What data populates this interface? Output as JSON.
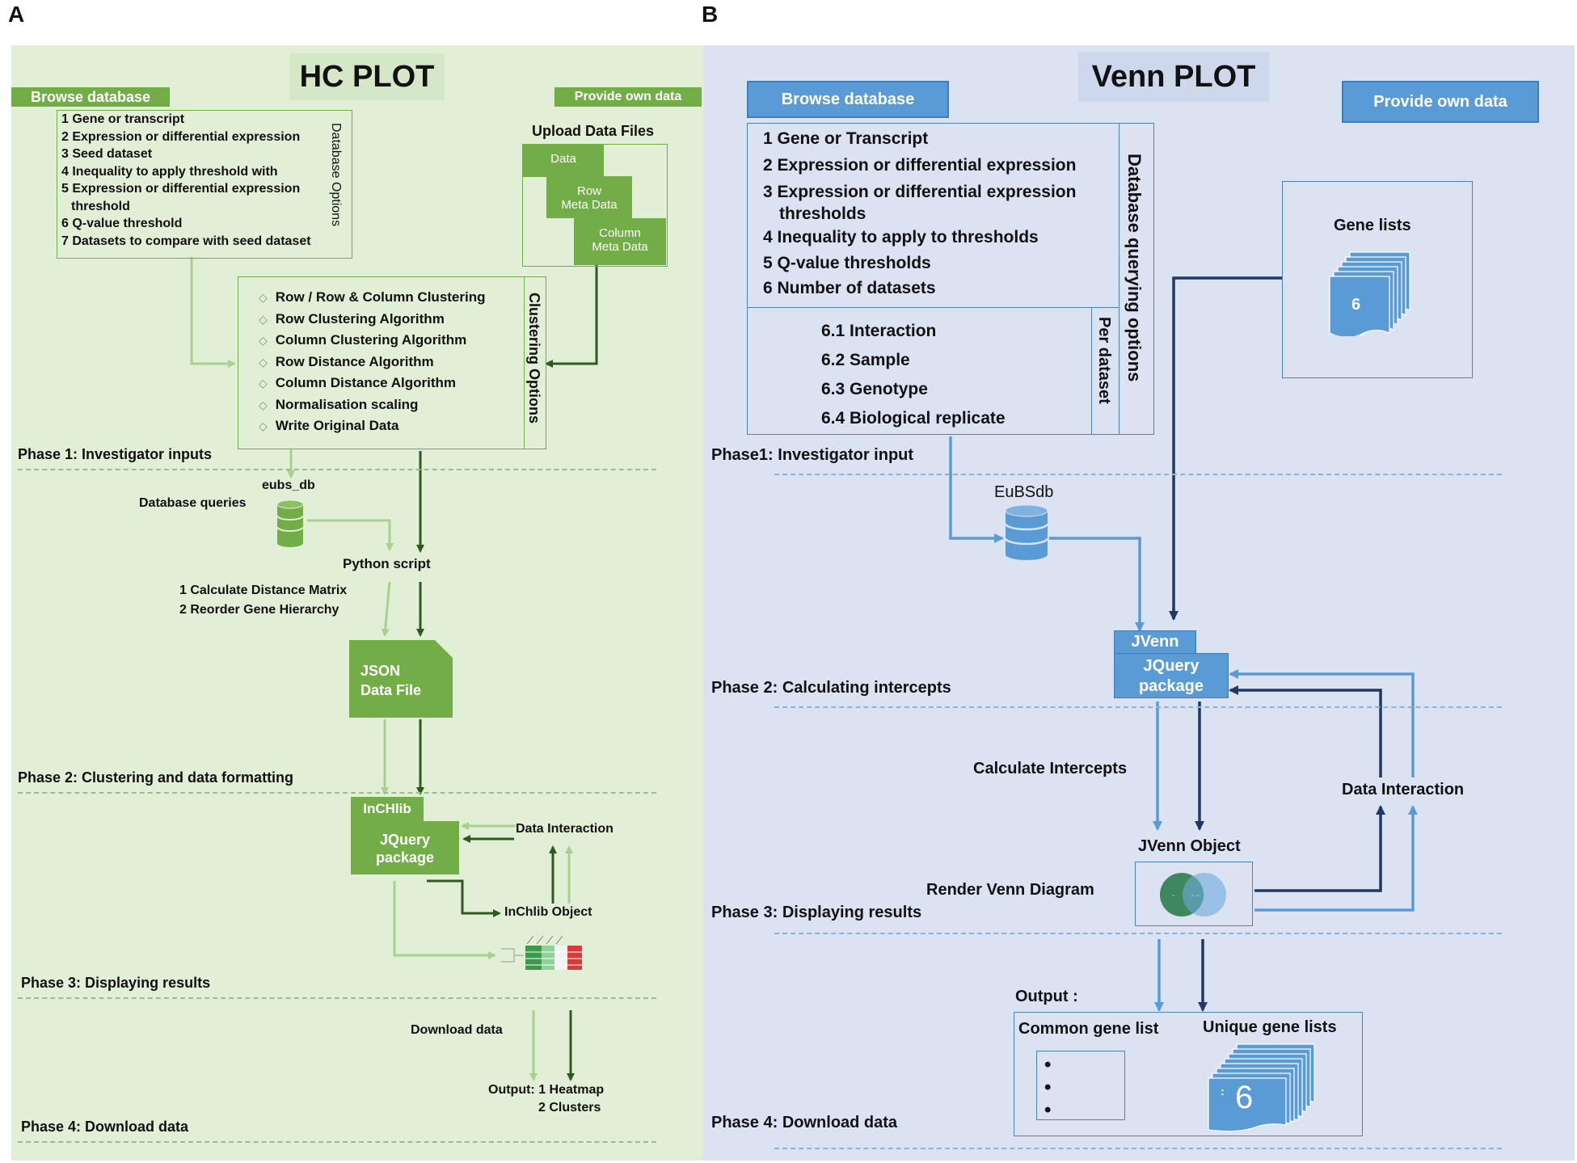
{
  "panel_a": {
    "letter": "A",
    "title": "HC PLOT",
    "browse_label": "Browse database",
    "provide_label": "Provide own data",
    "database_options_label": "Database Options",
    "database_options": [
      "1 Gene or transcript",
      "2 Expression or differential expression",
      "3 Seed dataset",
      "4 Inequality to apply  threshold with",
      "5 Expression or differential expression",
      "   threshold",
      "6 Q-value threshold",
      "7 Datasets to compare with seed dataset"
    ],
    "upload_title": "Upload Data Files",
    "files": {
      "data": "Data",
      "row_meta_1": "Row",
      "row_meta_2": "Meta Data",
      "col_meta_1": "Column",
      "col_meta_2": "Meta Data"
    },
    "clustering_label": "Clustering Options",
    "clustering_options": [
      "Row / Row & Column Clustering",
      "Row Clustering Algorithm",
      "Column Clustering Algorithm",
      "Row Distance Algorithm",
      "Column Distance Algorithm",
      "Normalisation scaling",
      "Write Original Data"
    ],
    "phase1": "Phase 1: Investigator inputs",
    "db_name": "eubs_db",
    "db_queries": "Database queries",
    "python_script": "Python script",
    "steps": [
      "1 Calculate Distance Matrix",
      "2 Reorder Gene Hierarchy"
    ],
    "json_1": "JSON",
    "json_2": "Data File",
    "phase2": "Phase 2: Clustering and data formatting",
    "inchlib_tab": "InCHlib",
    "jquery_1": "JQuery",
    "jquery_2": "package",
    "data_interaction": "Data Interaction",
    "inchlib_object": "InChlib Object",
    "phase3": "Phase 3: Displaying results",
    "download_data": "Download data",
    "output_1": "Output: 1 Heatmap",
    "output_2": "2 Clusters",
    "phase4": "Phase 4: Download data"
  },
  "panel_b": {
    "letter": "B",
    "title": "Venn PLOT",
    "browse_label": "Browse database",
    "provide_label": "Provide own data",
    "db_query_label": "Database querying options",
    "db_query_options": [
      "1 Gene or Transcript",
      "2 Expression or differential expression",
      "3 Expression or differential expression",
      "thresholds",
      "4 Inequality to apply  to thresholds",
      "5 Q-value thresholds",
      "6 Number of  datasets"
    ],
    "per_dataset_label": "Per dataset",
    "per_dataset": [
      "6.1 Interaction",
      "6.2 Sample",
      "6.3 Genotype",
      "6.4 Biological replicate"
    ],
    "gene_lists": "Gene lists",
    "gene_lists_count": "6",
    "phase1": "Phase1: Investigator input",
    "db_name": "EuBSdb",
    "jvenn_tab": "JVenn",
    "jquery_1": "JQuery",
    "jquery_2": "package",
    "phase2": "Phase 2: Calculating intercepts",
    "calc_intercepts": "Calculate Intercepts",
    "data_interaction": "Data Interaction",
    "jvenn_object": "JVenn Object",
    "render_venn": "Render Venn Diagram",
    "phase3": "Phase 3: Displaying results",
    "output_label": "Output :",
    "common_list": "Common  gene list",
    "unique_lists": "Unique gene lists",
    "unique_count": "6",
    "phase4": "Phase 4: Download data"
  },
  "colors": {
    "green_dark": "#2e5a1c",
    "green": "#72ad47",
    "green_light": "#a9d18e",
    "blue_dark": "#1f3864",
    "blue": "#5b9bd5"
  }
}
